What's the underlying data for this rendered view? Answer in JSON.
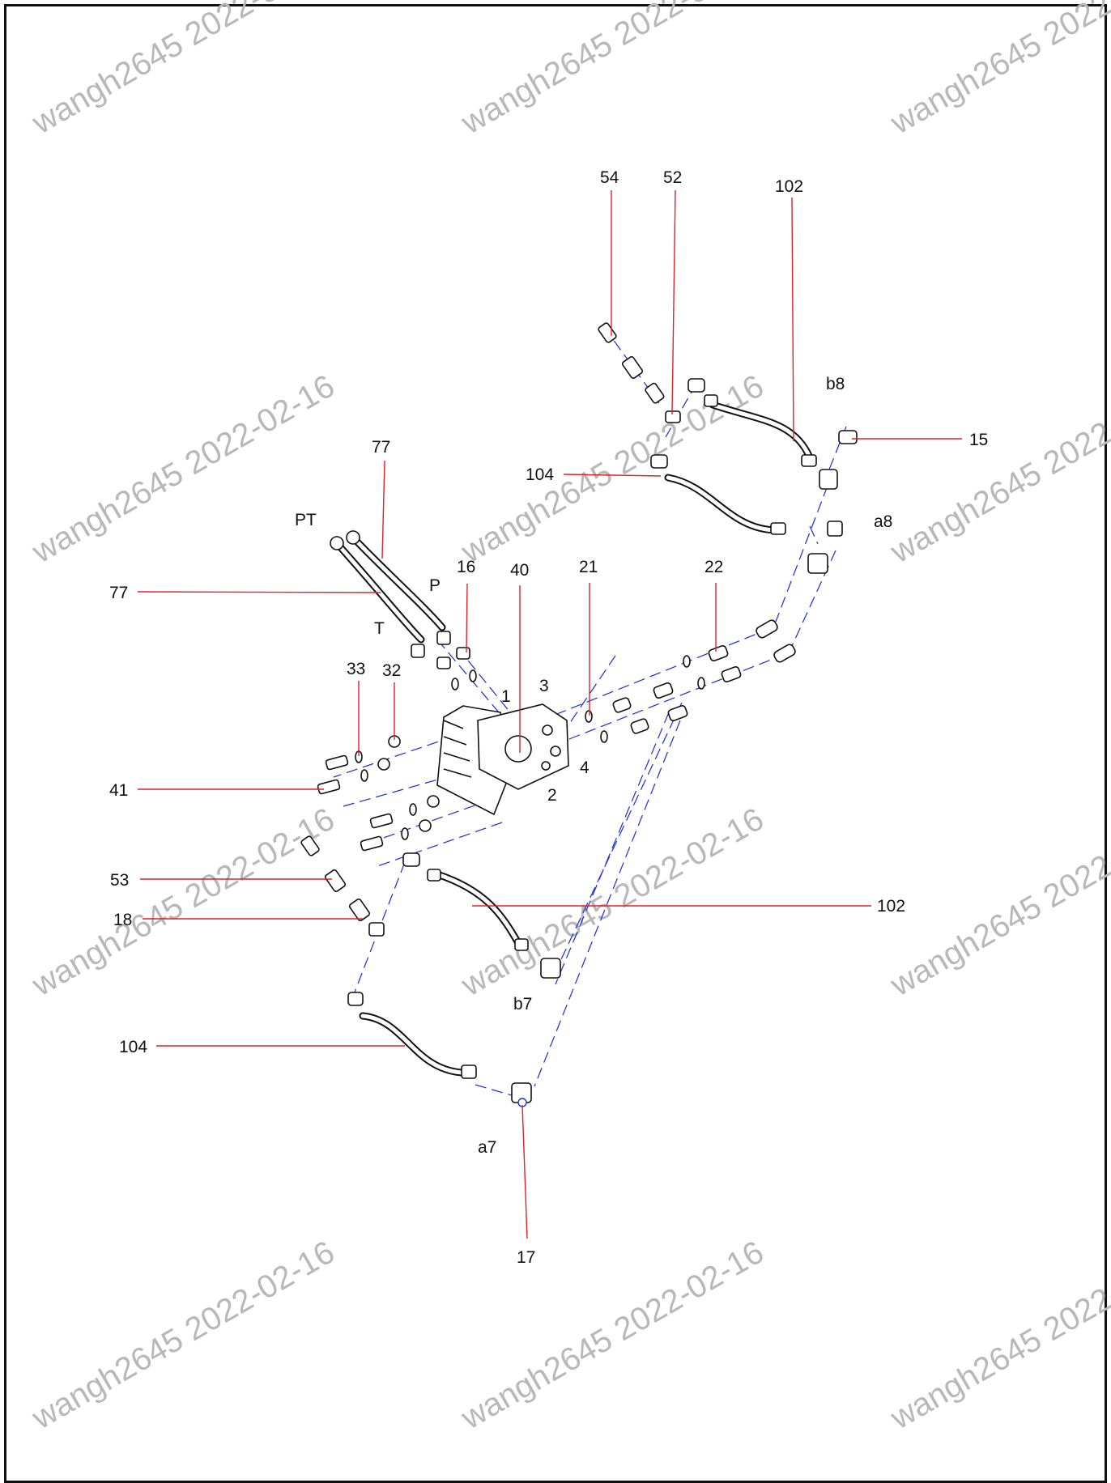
{
  "watermark": {
    "text": "wangh2645 2022-02-16"
  },
  "callouts": {
    "n54": "54",
    "n52": "52",
    "n102_top": "102",
    "b8": "b8",
    "n15": "15",
    "n104_top": "104",
    "a8": "a8",
    "n77_top": "77",
    "PT": "PT",
    "n77_left": "77",
    "P": "P",
    "T": "T",
    "n16": "16",
    "n40": "40",
    "n21": "21",
    "n22": "22",
    "n33": "33",
    "n32": "32",
    "p1": "1",
    "p3": "3",
    "p4": "4",
    "p2": "2",
    "n41": "41",
    "n53": "53",
    "n18": "18",
    "n102_bottom": "102",
    "b7": "b7",
    "n104_bottom": "104",
    "a7": "a7",
    "n17": "17"
  },
  "colors": {
    "leader": "#e0202a",
    "axis": "#1a2be0",
    "frame": "#111111",
    "watermark": "#b8b8b8"
  }
}
